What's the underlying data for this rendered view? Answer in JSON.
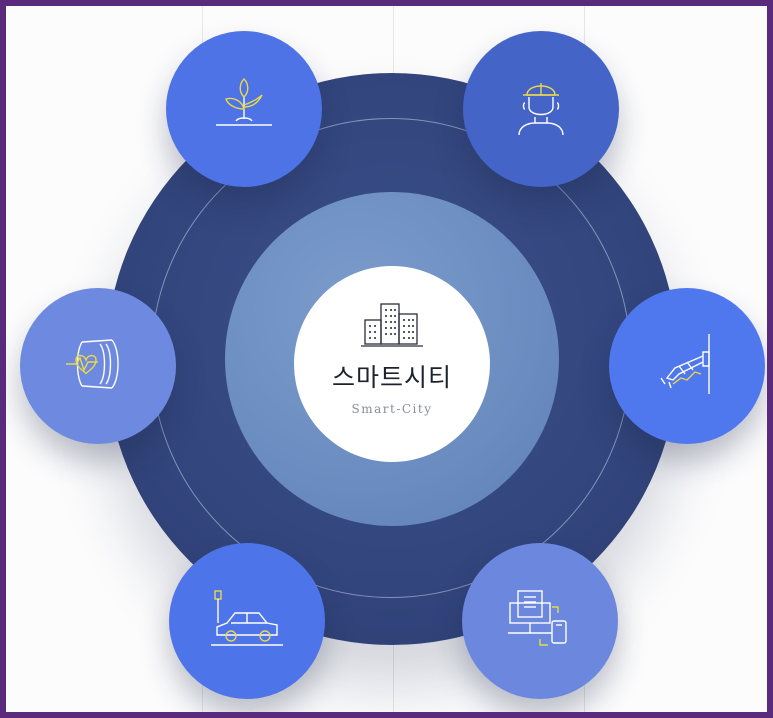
{
  "center": {
    "title": "스마트시티",
    "subtitle": "Smart-City",
    "icon": "city-buildings-icon"
  },
  "nodes": [
    {
      "id": "plant",
      "icon": "plant-sprout-icon",
      "color": "#4d73e6"
    },
    {
      "id": "worker",
      "icon": "hard-hat-worker-icon",
      "color": "#4564c8"
    },
    {
      "id": "health",
      "icon": "heart-rate-wristband-icon",
      "color": "#6d8ae0"
    },
    {
      "id": "robot",
      "icon": "robot-arm-icon",
      "color": "#4f78ee"
    },
    {
      "id": "car",
      "icon": "car-charging-icon",
      "color": "#4e74ea"
    },
    {
      "id": "device",
      "icon": "computer-phone-network-icon",
      "color": "#6b88de"
    }
  ],
  "colors": {
    "frame": "#5a2a7c",
    "outer_ring": "#33467e",
    "inner_ring": "#6b8cc0",
    "icon_line": "#ffffff",
    "icon_accent": "#e8d84a"
  }
}
